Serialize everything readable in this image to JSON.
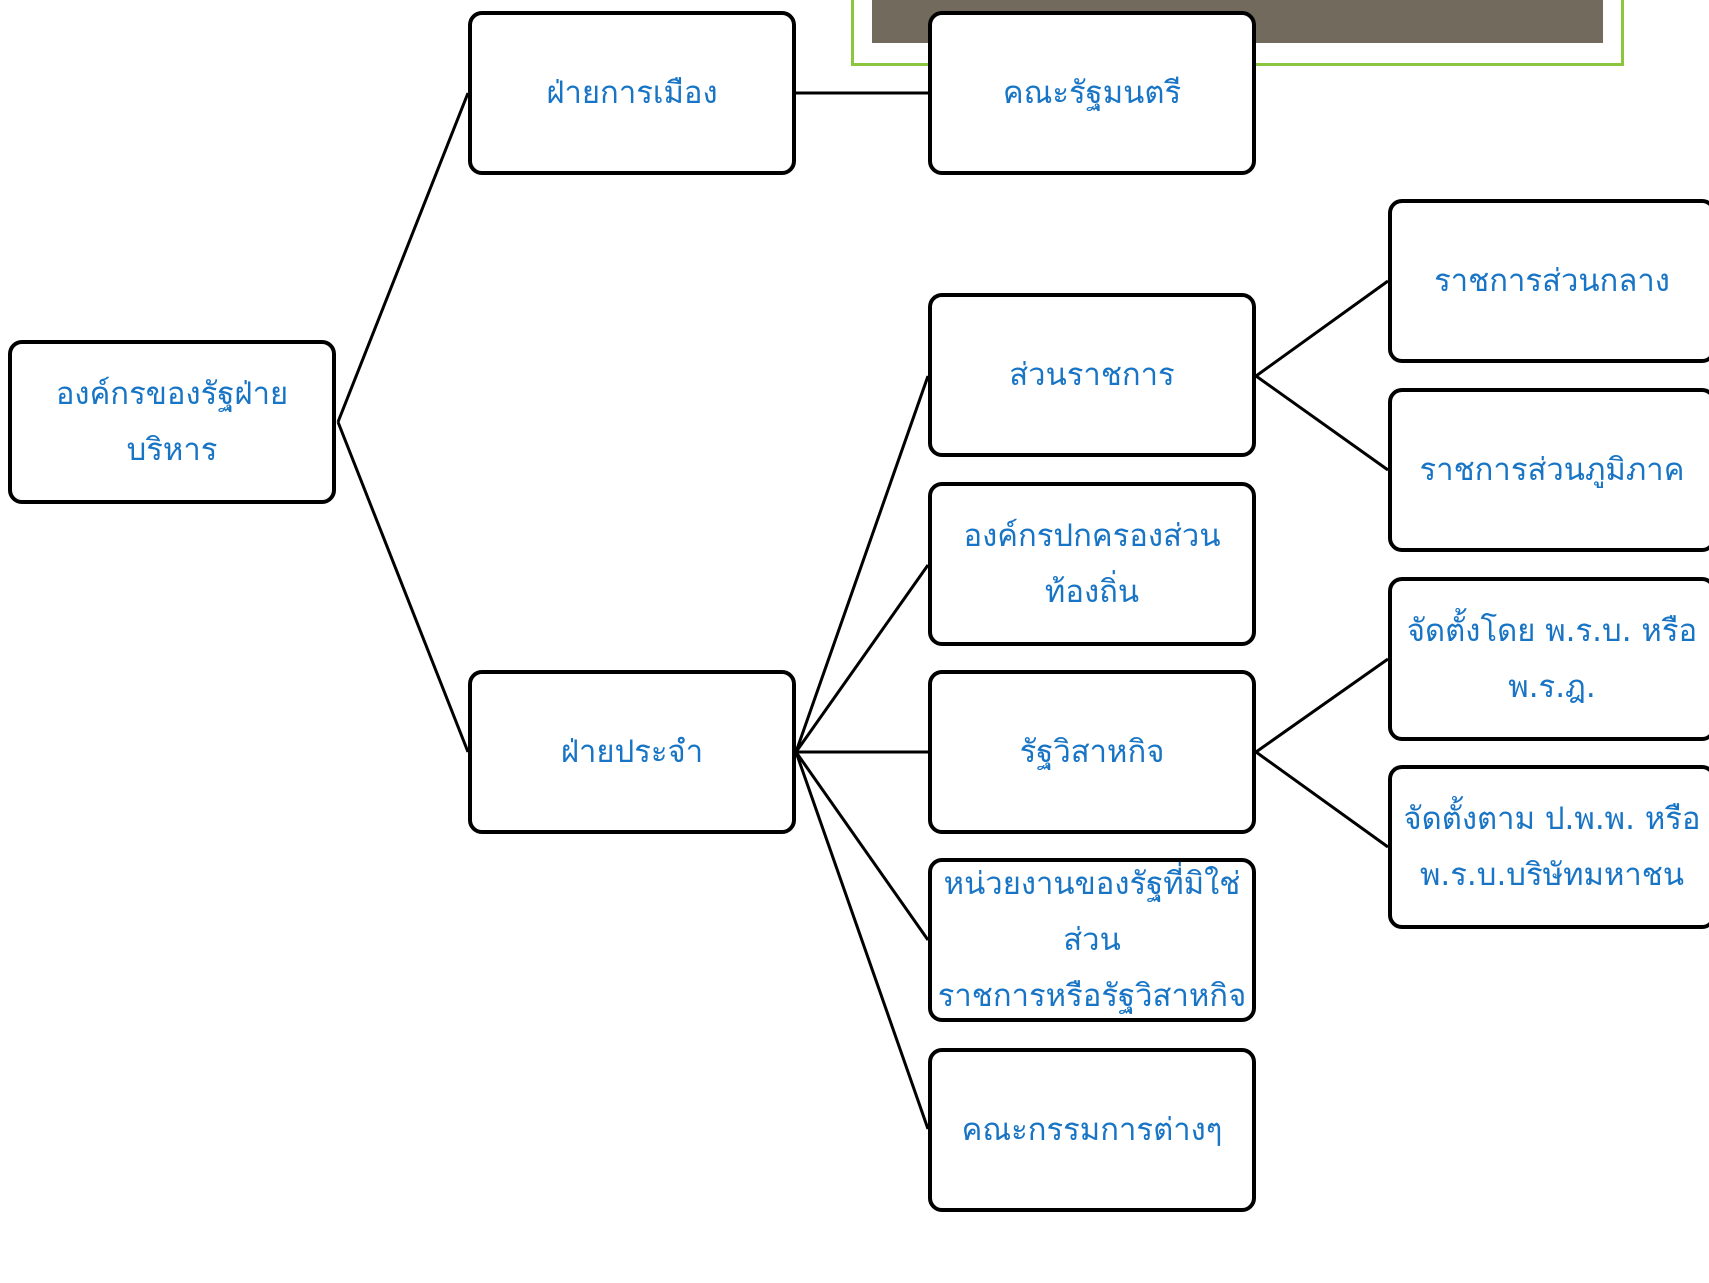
{
  "diagram": {
    "accent_color": "#1874c4",
    "frame_color": "#8cc63f",
    "nodes": {
      "root": "องค์กรของรัฐฝ่ายบริหาร",
      "political": "ฝ่ายการเมือง",
      "cabinet": "คณะรัฐมนตรี",
      "permanent": "ฝ่ายประจำ",
      "gov_agencies": "ส่วนราชการ",
      "local_admin": "องค์กรปกครองส่วน\nท้องถิ่น",
      "state_enterprise": "รัฐวิสาหกิจ",
      "other_state_units": "หน่วยงานของรัฐที่มิใช่ส่วน\nราชการหรือรัฐวิสาหกิจ",
      "committees": "คณะกรรมการต่างๆ",
      "central_admin": "ราชการส่วนกลาง",
      "regional_admin": "ราชการส่วนภูมิภาค",
      "se_by_act": "จัดตั้งโดย พ.ร.บ. หรือ\nพ.ร.ฎ.",
      "se_by_code": "จัดตั้งตาม ป.พ.พ. หรือ\nพ.ร.บ.บริษัทมหาชน"
    }
  }
}
